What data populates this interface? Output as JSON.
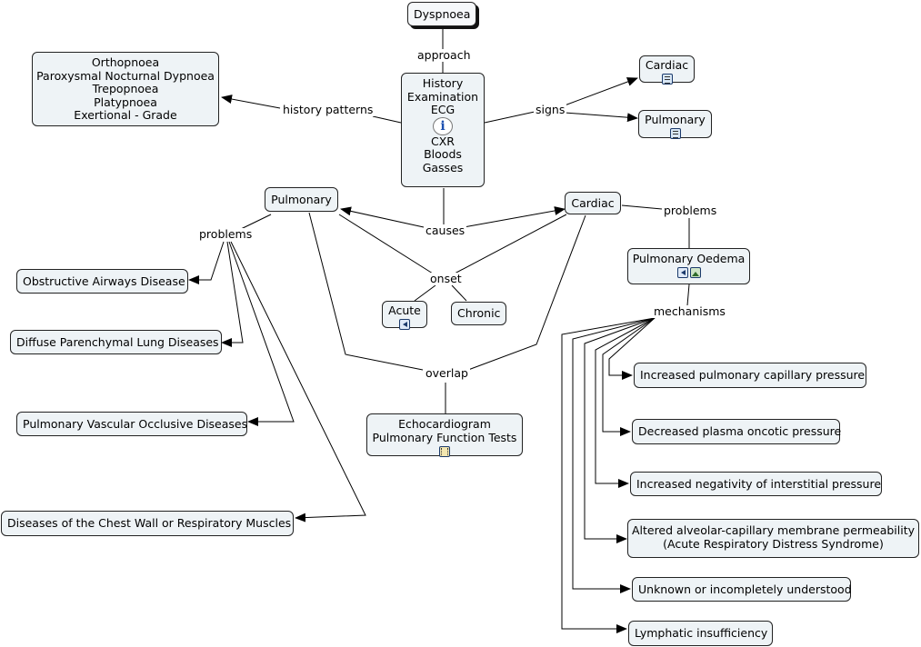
{
  "nodes": {
    "dyspnoea": "Dyspnoea",
    "central": [
      "History",
      "Examination",
      "ECG",
      "CXR",
      "Bloods",
      "Gasses"
    ],
    "history_patterns_box": [
      "Orthopnoea",
      "Paroxysmal Nocturnal Dypnoea",
      "Trepopnoea",
      "Platypnoea",
      "Exertional - Grade"
    ],
    "signs_cardiac": "Cardiac",
    "signs_pulmonary": "Pulmonary",
    "pulmonary": "Pulmonary",
    "cardiac": "Cardiac",
    "acute": "Acute",
    "chronic": "Chronic",
    "pulm_problems": [
      "Obstructive Airways Disease",
      "Diffuse Parenchymal Lung Diseases",
      "Pulmonary Vascular Occlusive Diseases",
      "Diseases of the Chest Wall or Respiratory Muscles"
    ],
    "tests": [
      "Echocardiogram",
      "Pulmonary Function Tests"
    ],
    "pulmonary_oedema": "Pulmonary Oedema",
    "mechanisms": {
      "m1": "Increased pulmonary capillary pressure",
      "m2": "Decreased plasma oncotic pressure",
      "m3": "Increased negativity of interstitial pressure",
      "m4": [
        "Altered alveolar-capillary membrane permeability",
        "(Acute Respiratory Distress Syndrome)"
      ],
      "m5": "Unknown or incompletely understood",
      "m6": "Lymphatic insufficiency"
    }
  },
  "links": {
    "approach": "approach",
    "history_patterns": "history patterns",
    "signs": "signs",
    "causes": "causes",
    "onset": "onset",
    "problems_left": "problems",
    "problems_right": "problems",
    "overlap": "overlap",
    "mechanisms": "mechanisms"
  },
  "icons": {
    "central": "info-icon",
    "signs_cardiac": "document-icon",
    "signs_pulmonary": "document-icon",
    "acute": "audio-icon",
    "tests": "video-icon",
    "pulmonary_oedema": [
      "audio-icon",
      "image-icon"
    ]
  }
}
